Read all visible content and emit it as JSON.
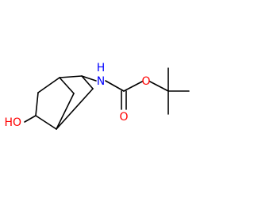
{
  "molecule": {
    "atoms": {
      "hydroxyl": {
        "text": "HO",
        "element": "O"
      },
      "amine": {
        "text": "N",
        "element": "N"
      },
      "amine_h": {
        "text": "H",
        "element": "H"
      },
      "carbonyl_o": {
        "text": "O",
        "element": "O"
      },
      "ester_o": {
        "text": "O",
        "element": "O"
      }
    },
    "colors": {
      "bond": "#000000",
      "oxygen": "#ff0000",
      "nitrogen": "#0000ff"
    }
  }
}
